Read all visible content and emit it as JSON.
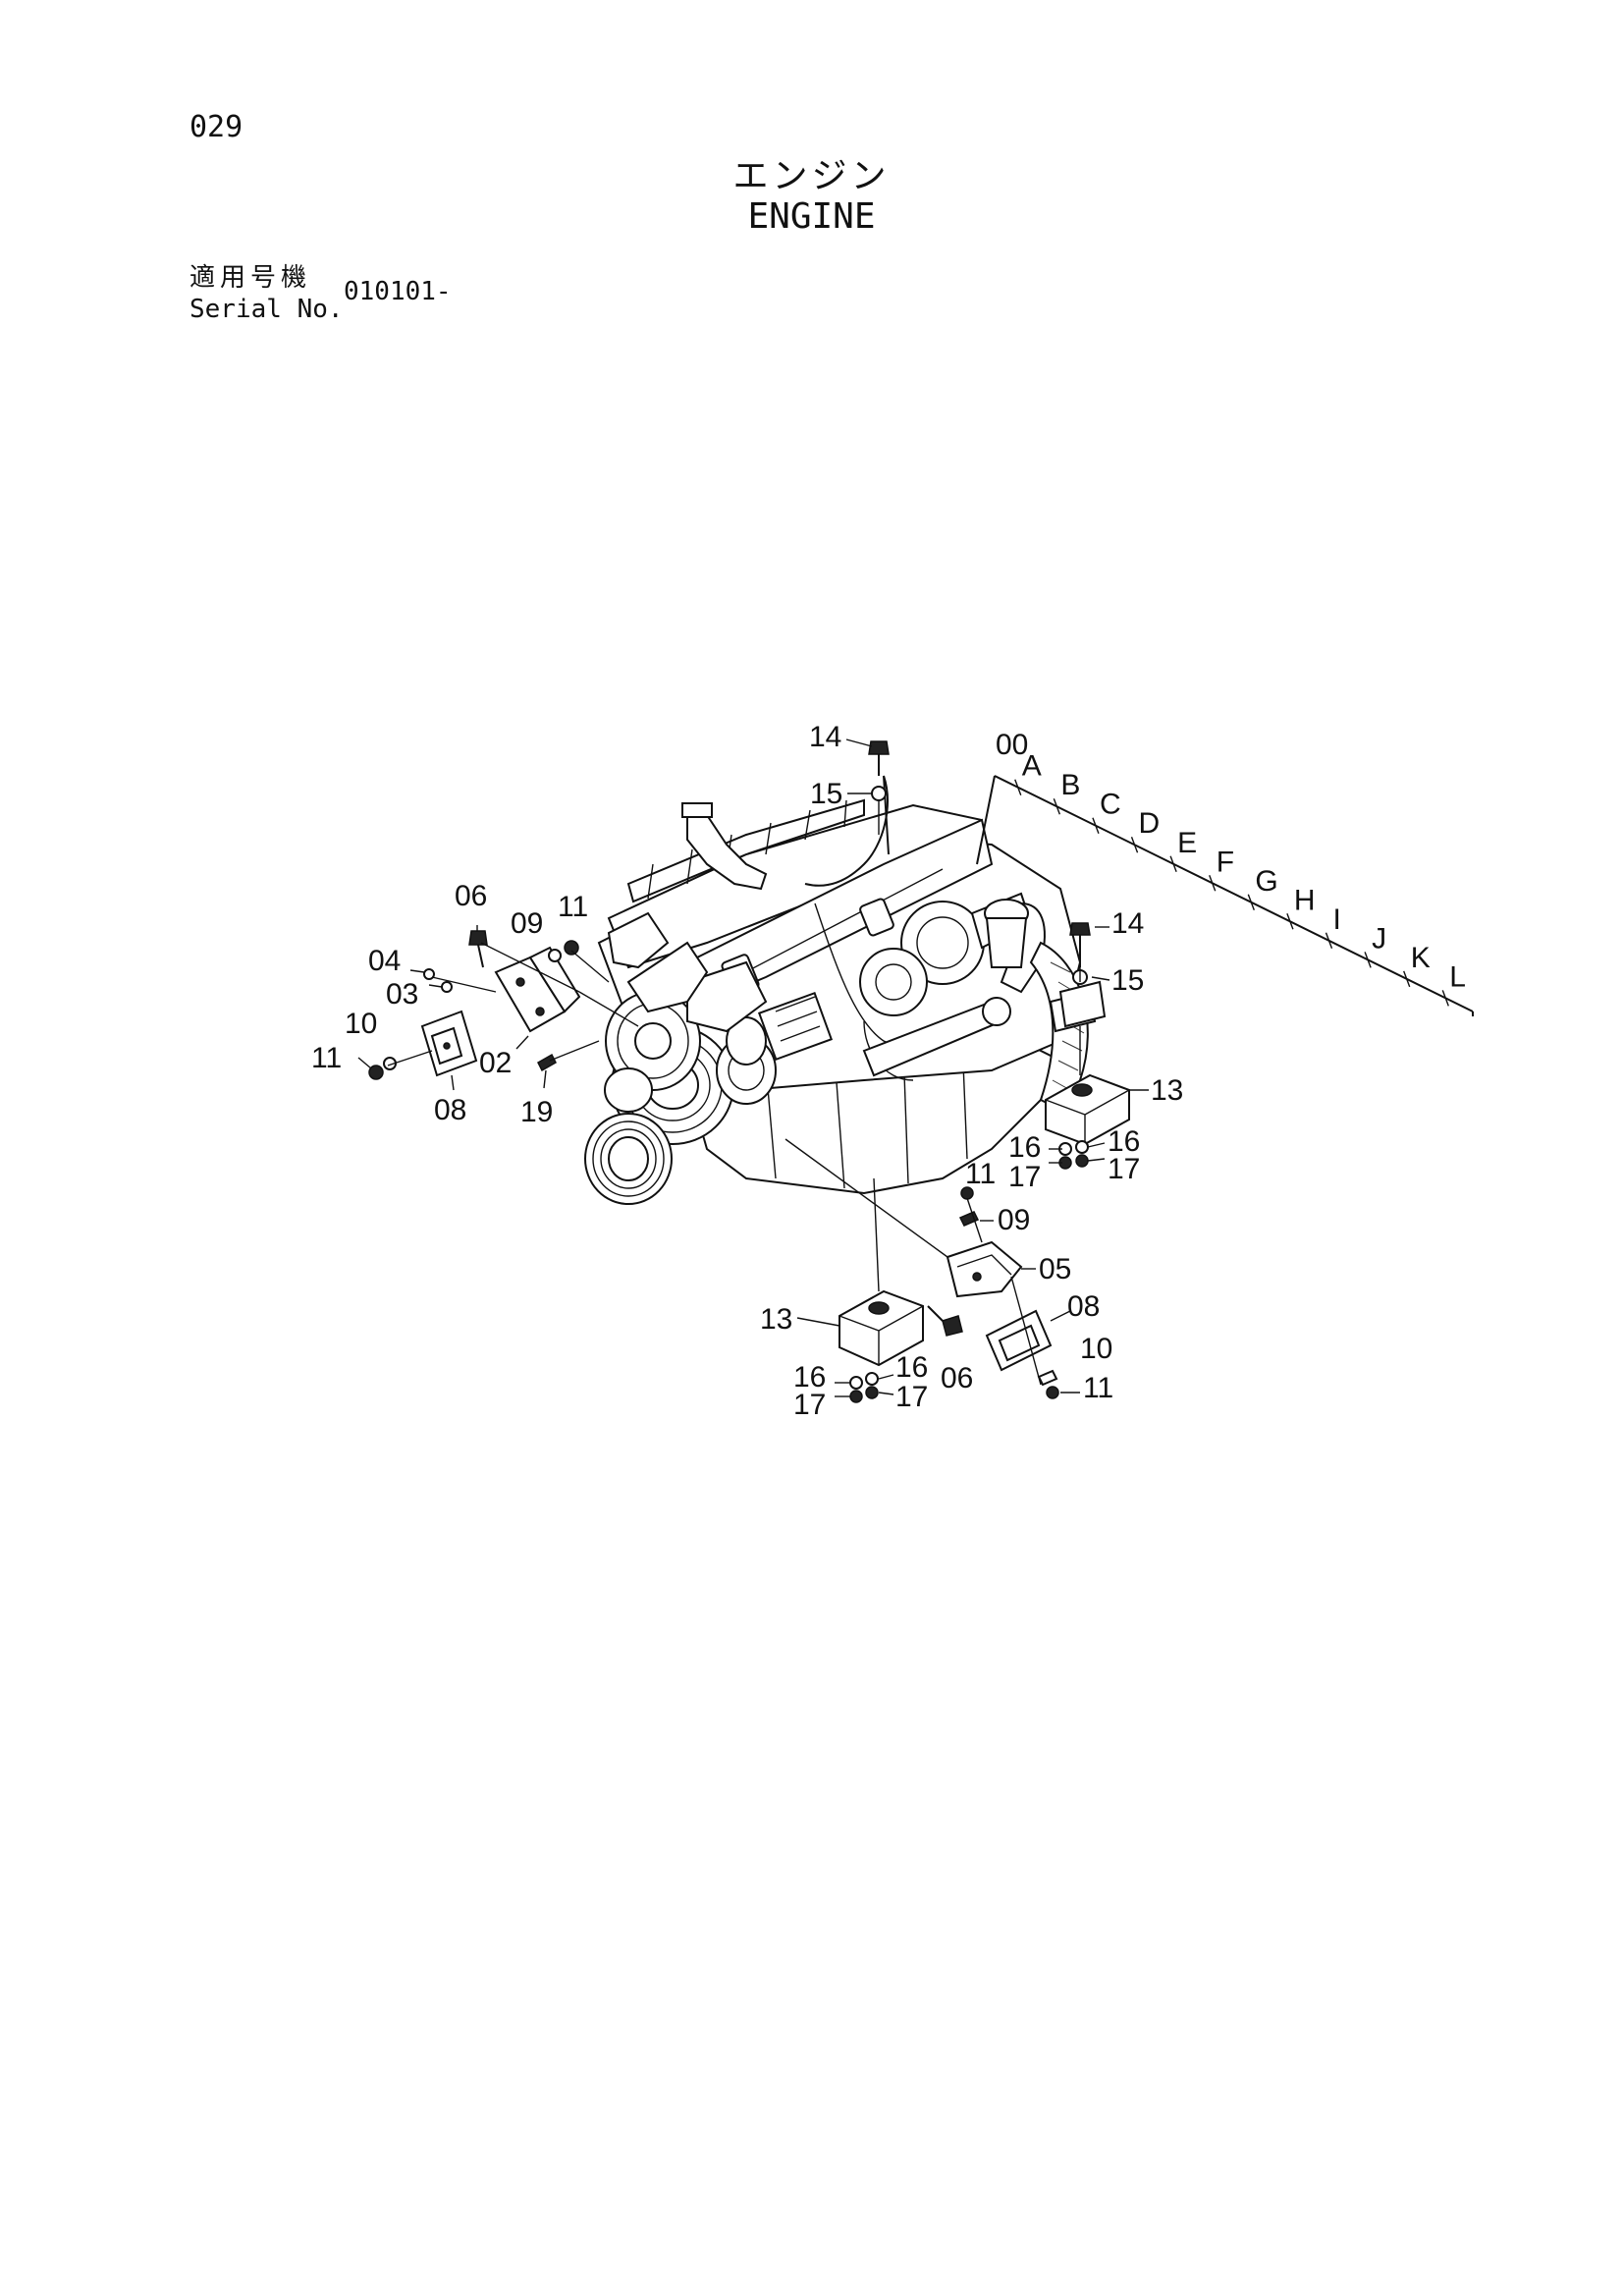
{
  "page": {
    "number": "029",
    "title_jp": "エンジン",
    "title_en": "ENGINE",
    "serial_label_jp": "適用号機",
    "serial_label_en": "Serial No.",
    "serial_value": "010101-"
  },
  "callouts": [
    {
      "id": "c-14-top",
      "text": "14"
    },
    {
      "id": "c-15-top",
      "text": "15"
    },
    {
      "id": "c-00",
      "text": "00"
    },
    {
      "id": "c-06-left",
      "text": "06"
    },
    {
      "id": "c-09-left",
      "text": "09"
    },
    {
      "id": "c-11-left-top",
      "text": "11"
    },
    {
      "id": "c-04",
      "text": "04"
    },
    {
      "id": "c-03",
      "text": "03"
    },
    {
      "id": "c-10-left",
      "text": "10"
    },
    {
      "id": "c-11-left",
      "text": "11"
    },
    {
      "id": "c-02",
      "text": "02"
    },
    {
      "id": "c-08-left",
      "text": "08"
    },
    {
      "id": "c-19",
      "text": "19"
    },
    {
      "id": "c-14-right",
      "text": "14"
    },
    {
      "id": "c-15-right",
      "text": "15"
    },
    {
      "id": "c-13-right",
      "text": "13"
    },
    {
      "id": "c-16-right-a",
      "text": "16"
    },
    {
      "id": "c-16-right-b",
      "text": "16"
    },
    {
      "id": "c-17-right-a",
      "text": "17"
    },
    {
      "id": "c-17-right-b",
      "text": "17"
    },
    {
      "id": "c-11-mid",
      "text": "11"
    },
    {
      "id": "c-09-mid",
      "text": "09"
    },
    {
      "id": "c-05",
      "text": "05"
    },
    {
      "id": "c-13-bottom",
      "text": "13"
    },
    {
      "id": "c-08-bottom",
      "text": "08"
    },
    {
      "id": "c-10-bottom",
      "text": "10"
    },
    {
      "id": "c-06-bottom",
      "text": "06"
    },
    {
      "id": "c-16-bottom-a",
      "text": "16"
    },
    {
      "id": "c-16-bottom-b",
      "text": "16"
    },
    {
      "id": "c-17-bottom-a",
      "text": "17"
    },
    {
      "id": "c-17-bottom-b",
      "text": "17"
    },
    {
      "id": "c-11-bottom",
      "text": "11"
    }
  ],
  "variants": [
    "A",
    "B",
    "C",
    "D",
    "E",
    "F",
    "G",
    "H",
    "I",
    "J",
    "K",
    "L"
  ]
}
